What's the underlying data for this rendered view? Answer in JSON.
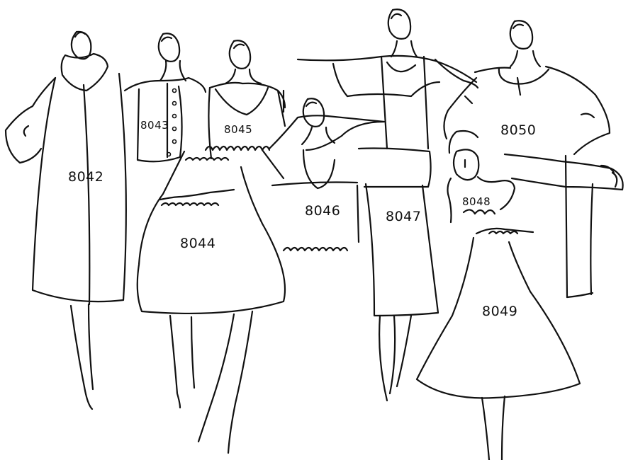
{
  "style_codes": [
    {
      "id": "8042",
      "label": "8042"
    },
    {
      "id": "8043",
      "label": "8043"
    },
    {
      "id": "8044",
      "label": "8044"
    },
    {
      "id": "8045",
      "label": "8045"
    },
    {
      "id": "8046",
      "label": "8046"
    },
    {
      "id": "8047",
      "label": "8047"
    },
    {
      "id": "8048",
      "label": "8048"
    },
    {
      "id": "8049",
      "label": "8049"
    },
    {
      "id": "8050",
      "label": "8050"
    }
  ],
  "colors": {
    "ink": "#111111",
    "paper": "#ffffff"
  }
}
